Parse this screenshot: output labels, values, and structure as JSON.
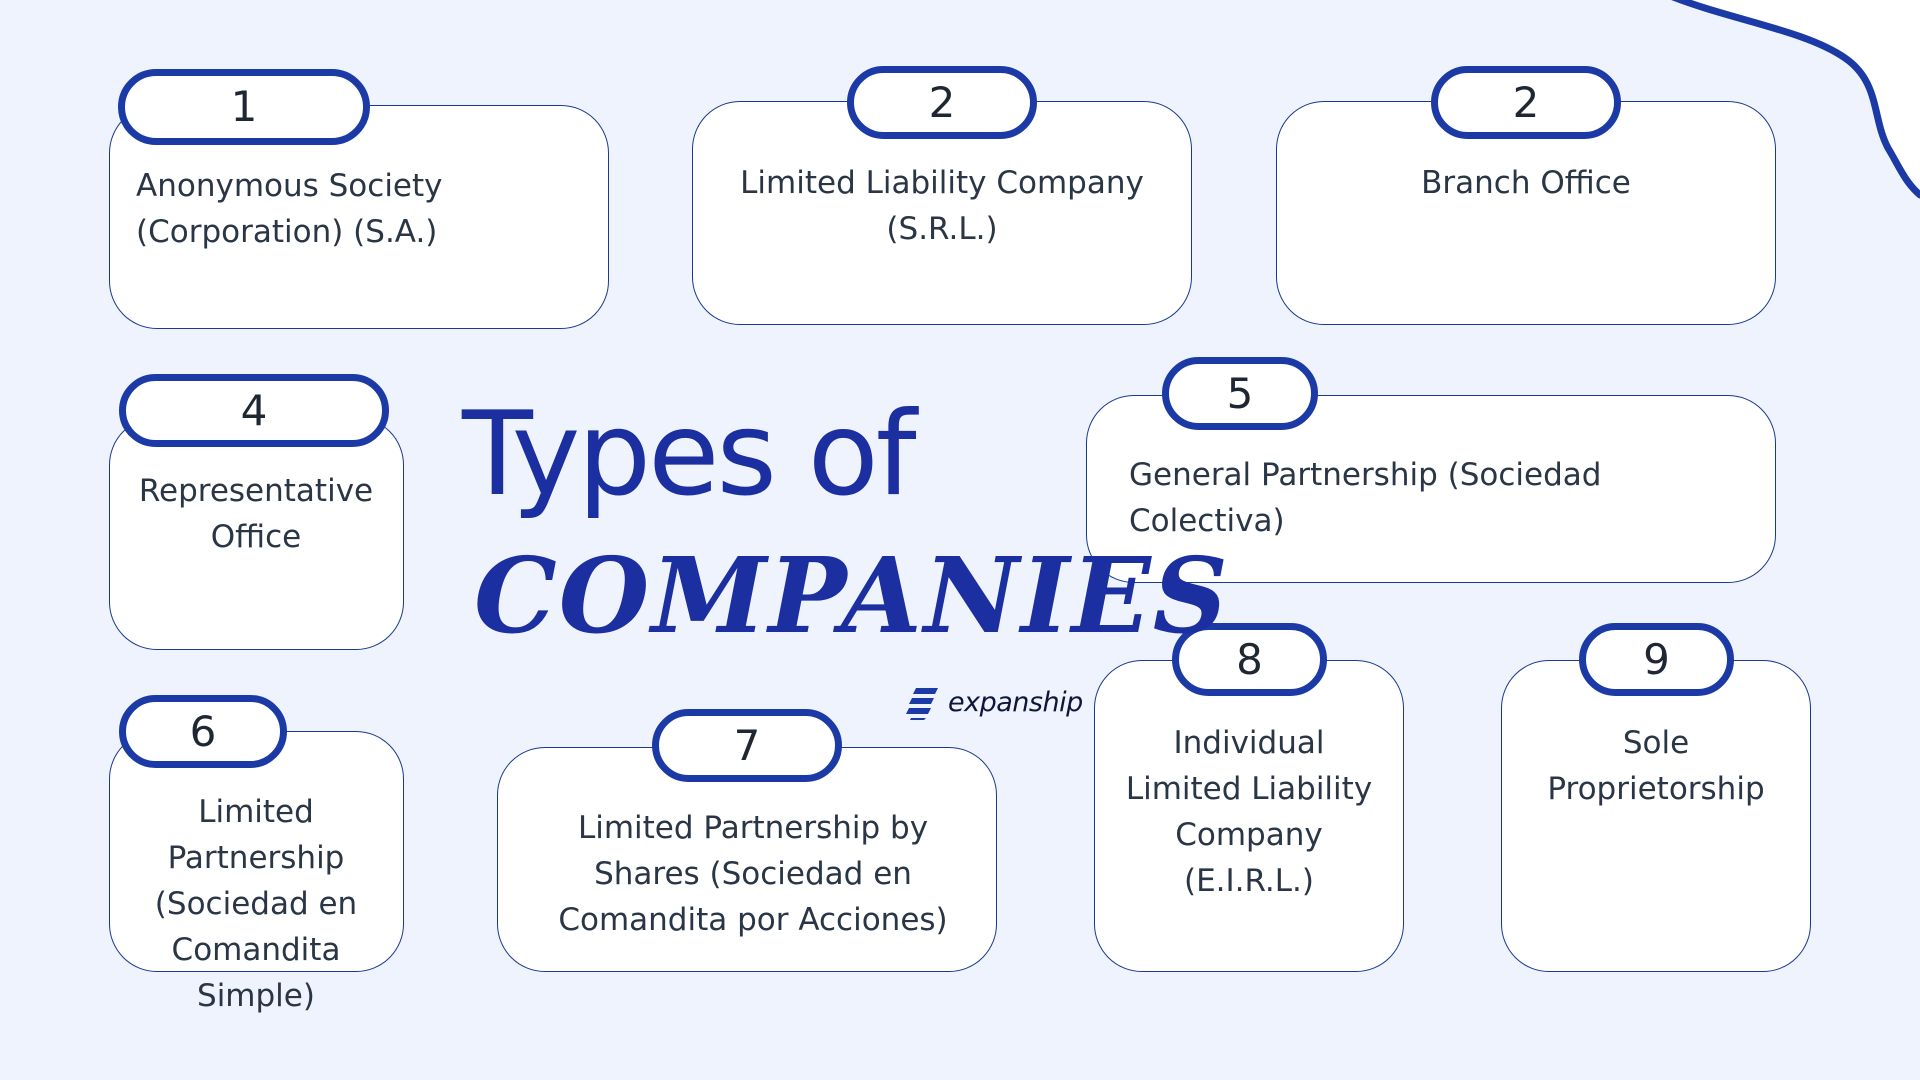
{
  "title": {
    "line1": "Types of",
    "line2": "COMPANIES"
  },
  "brand": {
    "name": "expanship",
    "icon": "expanship-logo-icon"
  },
  "colors": {
    "accent": "#1c3aa6",
    "title": "#1c2fa0",
    "card_border": "#1a3a8f",
    "background": "#eef3fd",
    "text": "#2a3545"
  },
  "cards": [
    {
      "number": "1",
      "label": "Anonymous Society (Corporation) (S.A.)"
    },
    {
      "number": "2",
      "label": "Limited Liability Company (S.R.L.)"
    },
    {
      "number": "2",
      "label": "Branch Office"
    },
    {
      "number": "4",
      "label": "Representative Office"
    },
    {
      "number": "5",
      "label": "General Partnership (Sociedad Colectiva)"
    },
    {
      "number": "6",
      "label": "Limited Partnership (Sociedad en Comandita Simple)"
    },
    {
      "number": "7",
      "label": "Limited Partnership by Shares (Sociedad en Comandita por Acciones)"
    },
    {
      "number": "8",
      "label": "Individual Limited Liability Company (E.I.R.L.)"
    },
    {
      "number": "9",
      "label": "Sole Proprietorship"
    }
  ]
}
